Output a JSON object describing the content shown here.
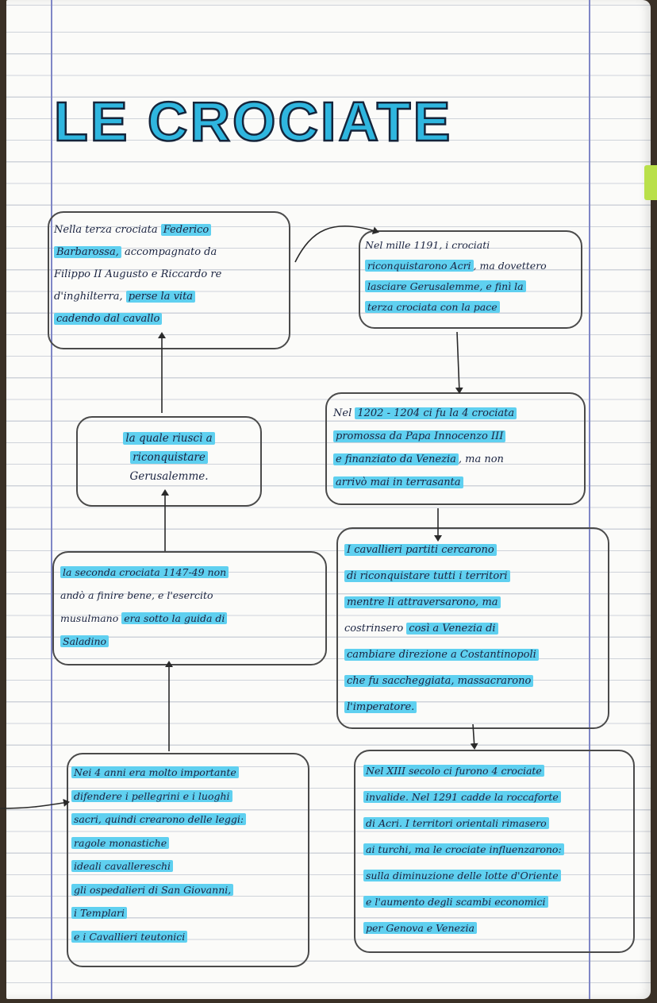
{
  "title": "LE CROCIATE",
  "boxes": {
    "box1": {
      "lines": [
        {
          "pre": "Nella terza crociata ",
          "hl": "Federico"
        },
        {
          "pre": "",
          "hl": "Barbarossa,",
          "post": " accompagnato da"
        },
        {
          "pre": "Filippo II Augusto e Riccardo re",
          "hl": ""
        },
        {
          "pre": "d'inghilterra, ",
          "hl": "perse la vita"
        },
        {
          "pre": "",
          "hl": "cadendo dal cavallo"
        }
      ]
    },
    "box2": {
      "lines": [
        {
          "pre": "Nel mille 1191, i crociati",
          "hl": ""
        },
        {
          "pre": "",
          "hl": "riconquistarono Acri",
          "post": ", ma dovettero"
        },
        {
          "pre": "",
          "hl": "lasciare Gerusalemme, e finì la"
        },
        {
          "pre": "",
          "hl": "terza crociata con la pace"
        }
      ]
    },
    "box3": {
      "lines": [
        {
          "pre": "",
          "hl": "la quale riuscì a"
        },
        {
          "pre": "",
          "hl": "riconquistare"
        },
        {
          "pre": "Gerusalemme.",
          "hl": ""
        }
      ]
    },
    "box4": {
      "lines": [
        {
          "pre": "Nel ",
          "hl": "1202 - 1204 ci fu la 4 crociata"
        },
        {
          "pre": "",
          "hl": "promossa da Papa Innocenzo III"
        },
        {
          "pre": "",
          "hl": "e finanziato da Venezia",
          "post": ", ma non"
        },
        {
          "pre": "",
          "hl": "arrivò mai in terrasanta"
        }
      ]
    },
    "box5": {
      "lines": [
        {
          "pre": "",
          "hl": "la seconda crociata 1147-49 non"
        },
        {
          "pre": "andò a finire bene, e l'esercito",
          "hl": ""
        },
        {
          "pre": "musulmano ",
          "hl": "era sotto la guida di"
        },
        {
          "pre": "",
          "hl": "Saladino"
        }
      ]
    },
    "box6": {
      "lines": [
        {
          "pre": "",
          "hl": "I cavallieri partiti cercarono"
        },
        {
          "pre": "",
          "hl": "di riconquistare tutti i territori"
        },
        {
          "pre": "",
          "hl": "mentre li attraversarono, ma"
        },
        {
          "pre": "costrinsero ",
          "hl": "così a Venezia di"
        },
        {
          "pre": "",
          "hl": "cambiare direzione a Costantinopoli"
        },
        {
          "pre": "",
          "hl": "che fu saccheggiata, massacrarono"
        },
        {
          "pre": "",
          "hl": "l'imperatore."
        }
      ]
    },
    "box7": {
      "lines": [
        {
          "pre": "",
          "hl": "Nei 4 anni era molto importante"
        },
        {
          "pre": "",
          "hl": "difendere i pellegrini e i luoghi"
        },
        {
          "pre": "",
          "hl": "sacri, quindi crearono delle leggi:"
        },
        {
          "pre": "",
          "hl": "ragole monastiche"
        },
        {
          "pre": "",
          "hl": "ideali cavallereschi"
        },
        {
          "pre": "",
          "hl": "gli ospedalieri di San Giovanni,"
        },
        {
          "pre": "",
          "hl": "i Templari"
        },
        {
          "pre": "",
          "hl": "e i Cavallieri teutonici"
        }
      ]
    },
    "box8": {
      "lines": [
        {
          "pre": "",
          "hl": "Nel XIII secolo ci furono 4 crociate"
        },
        {
          "pre": "",
          "hl": "invalide. Nel 1291 cadde la roccaforte"
        },
        {
          "pre": "",
          "hl": "di Acri. I territori orientali rimasero"
        },
        {
          "pre": "",
          "hl": "ai turchi, ma le crociate influenzarono:"
        },
        {
          "pre": "",
          "hl": "sulla diminuzione delle lotte d'Oriente"
        },
        {
          "pre": "",
          "hl": "e l'aumento degli scambi economici"
        },
        {
          "pre": "",
          "hl": "per Genova e Venezia"
        }
      ]
    }
  }
}
